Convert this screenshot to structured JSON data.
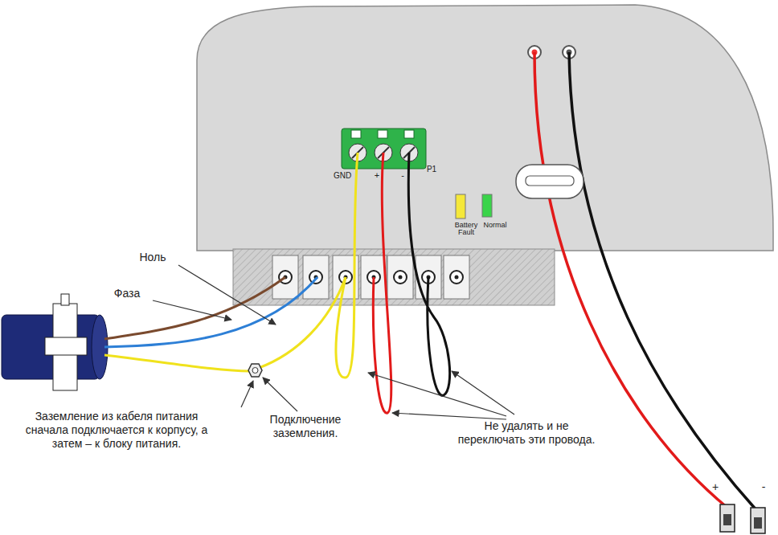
{
  "diagram": {
    "labels": [
      "Ноль",
      "Фаза",
      "Заземление из кабеля питания сначала подключается к корпусу, а затем – к блоку питания.",
      "Подключение заземления.",
      "Не удалять и не переключать эти провода.",
      "GND",
      "+",
      "-",
      "P1",
      "Battery Fault",
      "Normal",
      "+",
      "-"
    ]
  }
}
